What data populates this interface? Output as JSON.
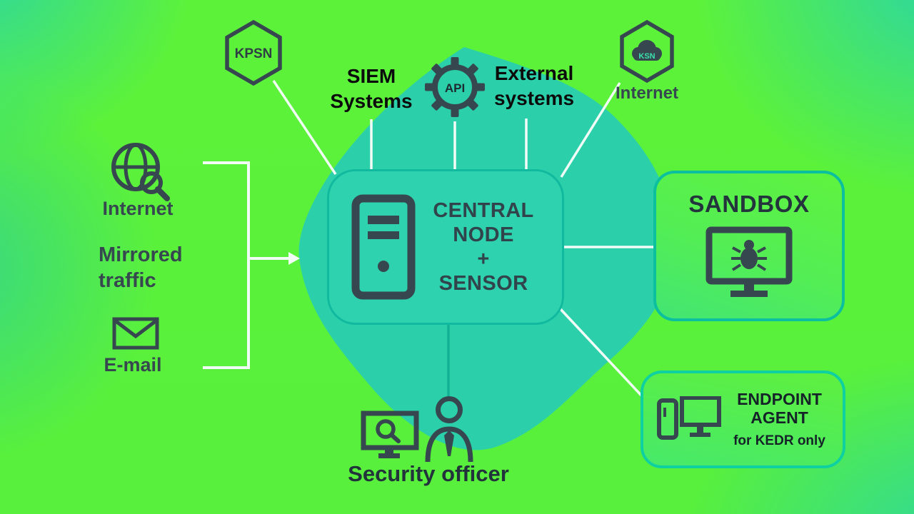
{
  "colors": {
    "background_green": "#5df23a",
    "blob_teal": "#2bd0ab",
    "dark_icon": "#37474f",
    "black_text": "#0b0b0b",
    "box_border_teal": "#0fbf9e",
    "connector_white": "#f2fcf7"
  },
  "diagram": {
    "top": {
      "kpsn_label": "KPSN",
      "siem_label": "SIEM\nSystems",
      "api_label": "API",
      "external_label": "External\nsystems",
      "ksn_cloud_label": "KSN",
      "ksn_internet_label": "Internet"
    },
    "left": {
      "internet_label": "Internet",
      "mirrored_label": "Mirrored\ntraffic",
      "email_label": "E-mail"
    },
    "central_node": {
      "label": "CENTRAL\nNODE\n+\nSENSOR"
    },
    "sandbox": {
      "title": "SANDBOX"
    },
    "endpoint": {
      "title": "ENDPOINT\nAGENT",
      "subtitle": "for KEDR only"
    },
    "officer": {
      "label": "Security officer"
    }
  }
}
